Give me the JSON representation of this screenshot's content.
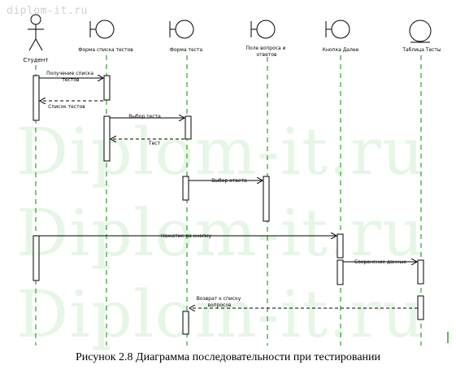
{
  "watermark": {
    "site": "diplom-it.ru",
    "big": "Diplom-it.ru"
  },
  "participants": [
    {
      "id": "student",
      "label": "Студент",
      "kind": "actor"
    },
    {
      "id": "form-list",
      "label": "Форма списка тестов",
      "kind": "boundary"
    },
    {
      "id": "form-test",
      "label": "Форма теста",
      "kind": "boundary"
    },
    {
      "id": "field-qa",
      "label": "Поле вопроса и ответов",
      "kind": "boundary"
    },
    {
      "id": "btn-next",
      "label": "Кнопка Далее",
      "kind": "boundary"
    },
    {
      "id": "table-tests",
      "label": "Таблица Тесты",
      "kind": "entity"
    }
  ],
  "messages": [
    {
      "from": "student",
      "to": "form-list",
      "label": "Получение списка тестов",
      "style": "solid"
    },
    {
      "from": "form-list",
      "to": "student",
      "label": "Список тестов",
      "style": "dashed"
    },
    {
      "from": "form-list",
      "to": "form-test",
      "label": "Выбор теста",
      "style": "solid"
    },
    {
      "from": "form-test",
      "to": "form-list",
      "label": "Тест",
      "style": "dashed"
    },
    {
      "from": "form-test",
      "to": "field-qa",
      "label": "Выбор ответа",
      "style": "solid"
    },
    {
      "from": "student",
      "to": "btn-next",
      "label": "Нажатие на кнопку",
      "style": "solid"
    },
    {
      "from": "btn-next",
      "to": "table-tests",
      "label": "Сохранение данных",
      "style": "solid"
    },
    {
      "from": "table-tests",
      "to": "form-test",
      "label": "Возврат к списку вопросов",
      "style": "dashed"
    }
  ],
  "caption": "Рисунок 2.8 Диаграмма последовательности при тестировании",
  "colors": {
    "lifeline": "#2ca02c",
    "line": "#000000",
    "watermark": "#e6f6e6"
  }
}
